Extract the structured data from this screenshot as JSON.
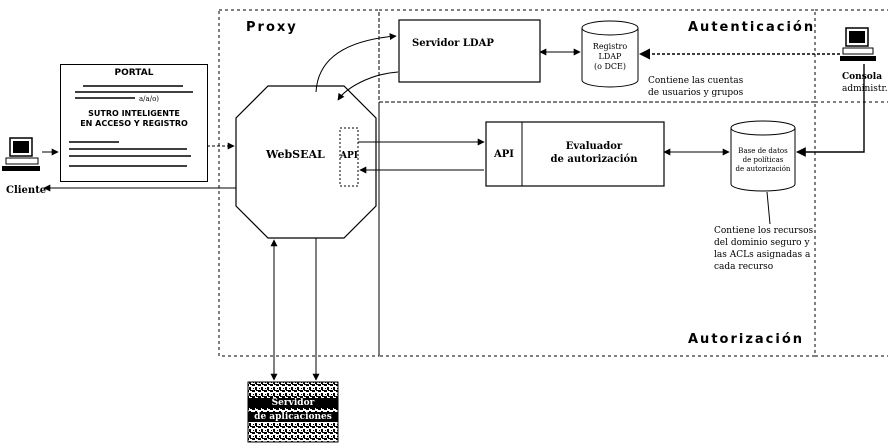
{
  "zones": {
    "proxy": "Proxy",
    "autenticacion": "Autenticación",
    "autorizacion": "Autorización"
  },
  "nodes": {
    "portal": {
      "title": "PORTAL",
      "small": "a/a/o)",
      "line1": "SUTRO INTELIGENTE",
      "line2": "EN ACCESO Y REGISTRO"
    },
    "cliente": "Cliente",
    "webseal": "WebSEAL",
    "webseal_api": "API",
    "ldap_server": "Servidor LDAP",
    "ldap_registry": [
      "Registro",
      "LDAP",
      "(o DCE)"
    ],
    "ldap_note": [
      "Contiene las cuentas",
      "de usuarios y grupos"
    ],
    "consola": [
      "Consola",
      "administr."
    ],
    "evaluator_api": "API",
    "evaluator": [
      "Evaluador",
      "de autorización"
    ],
    "policy_db": [
      "Base de datos",
      "de políticas",
      "de autorización"
    ],
    "policy_note": [
      "Contiene los recursos",
      "del dominio seguro y",
      "las ACLs asignadas a",
      "cada recurso"
    ],
    "backend": [
      "Servidor",
      "de aplicaciones"
    ]
  },
  "colors": {
    "line": "#000000",
    "background": "#ffffff"
  }
}
